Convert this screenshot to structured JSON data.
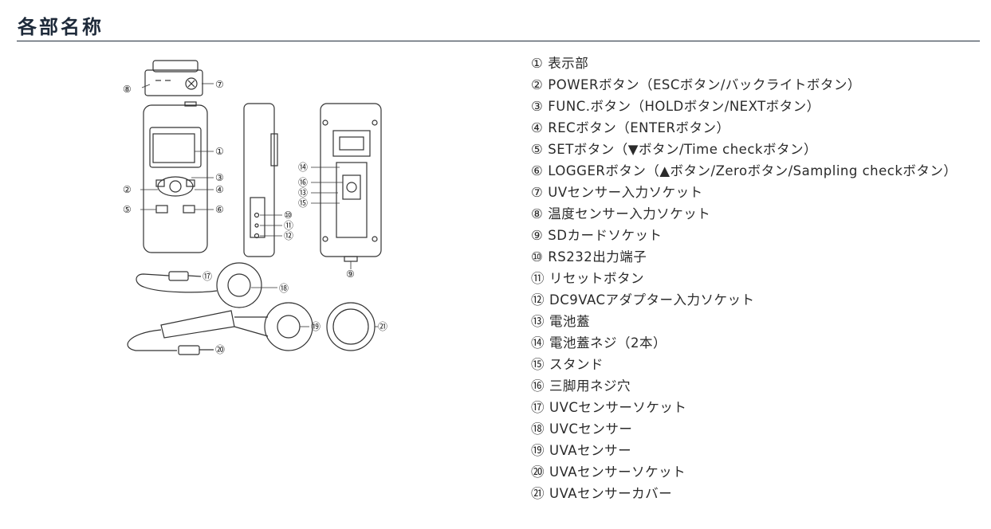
{
  "page": {
    "title": "各部名称"
  },
  "diagram": {
    "callouts": [
      "①",
      "②",
      "③",
      "④",
      "⑤",
      "⑥",
      "⑦",
      "⑧",
      "⑨",
      "⑩",
      "⑪",
      "⑫",
      "⑬",
      "⑭",
      "⑮",
      "⑯",
      "⑰",
      "⑱",
      "⑲",
      "⑳",
      "㉑"
    ]
  },
  "parts": [
    {
      "num": "①",
      "label": "表示部"
    },
    {
      "num": "②",
      "label": "POWERボタン（ESCボタン/バックライトボタン）"
    },
    {
      "num": "③",
      "label": "FUNC.ボタン（HOLDボタン/NEXTボタン）"
    },
    {
      "num": "④",
      "label": "RECボタン（ENTERボタン）"
    },
    {
      "num": "⑤",
      "label": "SETボタン（▼ボタン/Time checkボタン）"
    },
    {
      "num": "⑥",
      "label": "LOGGERボタン（▲ボタン/Zeroボタン/Sampling checkボタン）"
    },
    {
      "num": "⑦",
      "label": "UVセンサー入力ソケット"
    },
    {
      "num": "⑧",
      "label": "温度センサー入力ソケット"
    },
    {
      "num": "⑨",
      "label": "SDカードソケット"
    },
    {
      "num": "⑩",
      "label": "RS232出力端子"
    },
    {
      "num": "⑪",
      "label": "リセットボタン"
    },
    {
      "num": "⑫",
      "label": "DC9VACアダプター入力ソケット"
    },
    {
      "num": "⑬",
      "label": "電池蓋"
    },
    {
      "num": "⑭",
      "label": "電池蓋ネジ（2本）"
    },
    {
      "num": "⑮",
      "label": "スタンド"
    },
    {
      "num": "⑯",
      "label": "三脚用ネジ穴"
    },
    {
      "num": "⑰",
      "label": "UVCセンサーソケット"
    },
    {
      "num": "⑱",
      "label": "UVCセンサー"
    },
    {
      "num": "⑲",
      "label": "UVAセンサー"
    },
    {
      "num": "⑳",
      "label": "UVAセンサーソケット"
    },
    {
      "num": "㉑",
      "label": "UVAセンサーカバー"
    }
  ]
}
